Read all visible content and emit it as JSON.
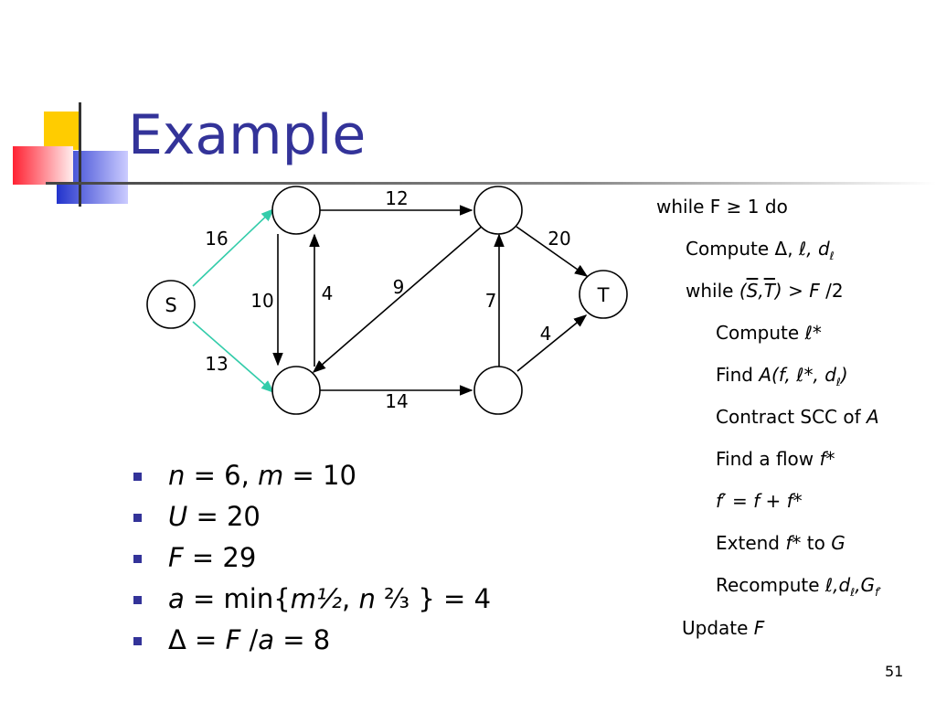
{
  "slide": {
    "title": "Example",
    "page_number": "51"
  },
  "graph": {
    "nodes": {
      "s": "S",
      "t": "T"
    },
    "edge_labels": {
      "s_a": "16",
      "s_b": "13",
      "a_c": "12",
      "a_b": "10",
      "b_a": "4",
      "c_b": "9",
      "c_t": "20",
      "d_c": "7",
      "b_d": "14",
      "d_t": "4"
    },
    "highlight_color": "#33ccaa"
  },
  "bullets": {
    "b1": {
      "n": "n",
      "eq1": " = 6, ",
      "m": "m",
      "eq2": " = 10"
    },
    "b2": {
      "U": "U",
      "eq": " = 20"
    },
    "b3": {
      "F": "F",
      "eq": " = 29"
    },
    "b4": {
      "a": "a",
      "eq1": " = min{",
      "m": "m",
      "e1": "½",
      "sep": ", ",
      "n": "n",
      "e2": " ⅔",
      "end": " } = 4"
    },
    "b5": {
      "delta": "Δ = ",
      "F": "F",
      "slash": " /",
      "a": "a",
      "end": " = 8"
    }
  },
  "algorithm": {
    "l1": "while F ≥ 1 do",
    "l2": {
      "t": "Compute Δ, ",
      "ell": "ℓ",
      "c": ", d",
      "sub": "ℓ"
    },
    "l3": {
      "t": "while ",
      "p1": "(",
      "S": "S",
      "c": ",",
      "T": "T",
      "p2": ")",
      "gt": " > ",
      "F": "F",
      "end": " /2"
    },
    "l4": {
      "t": "Compute ",
      "v": "ℓ*"
    },
    "l5": {
      "t": "Find ",
      "a": "A(f, ℓ*, d",
      "sub": "ℓ",
      "end": ")"
    },
    "l6": {
      "t": "Contract SCC of ",
      "a": "A"
    },
    "l7": {
      "t": "Find a flow ",
      "f": "f*"
    },
    "l8": {
      "f": "f′",
      "eq": " = ",
      "f2": "f",
      "plus": " + ",
      "f3": "f*"
    },
    "l9": {
      "t": "Extend ",
      "f": "f*",
      "to": "  to ",
      "g": "G"
    },
    "l10": {
      "t": "Recompute ",
      "v": "ℓ,d",
      "sub1": "ℓ",
      "g": ",G",
      "sub2": "f′"
    },
    "l11": {
      "t": "Update ",
      "f": "F"
    }
  },
  "colors": {
    "title": "#333399",
    "bullet": "#333399",
    "deco_yellow": "#ffcc00",
    "deco_red": "#ff3344",
    "deco_blue": "#3333cc"
  }
}
